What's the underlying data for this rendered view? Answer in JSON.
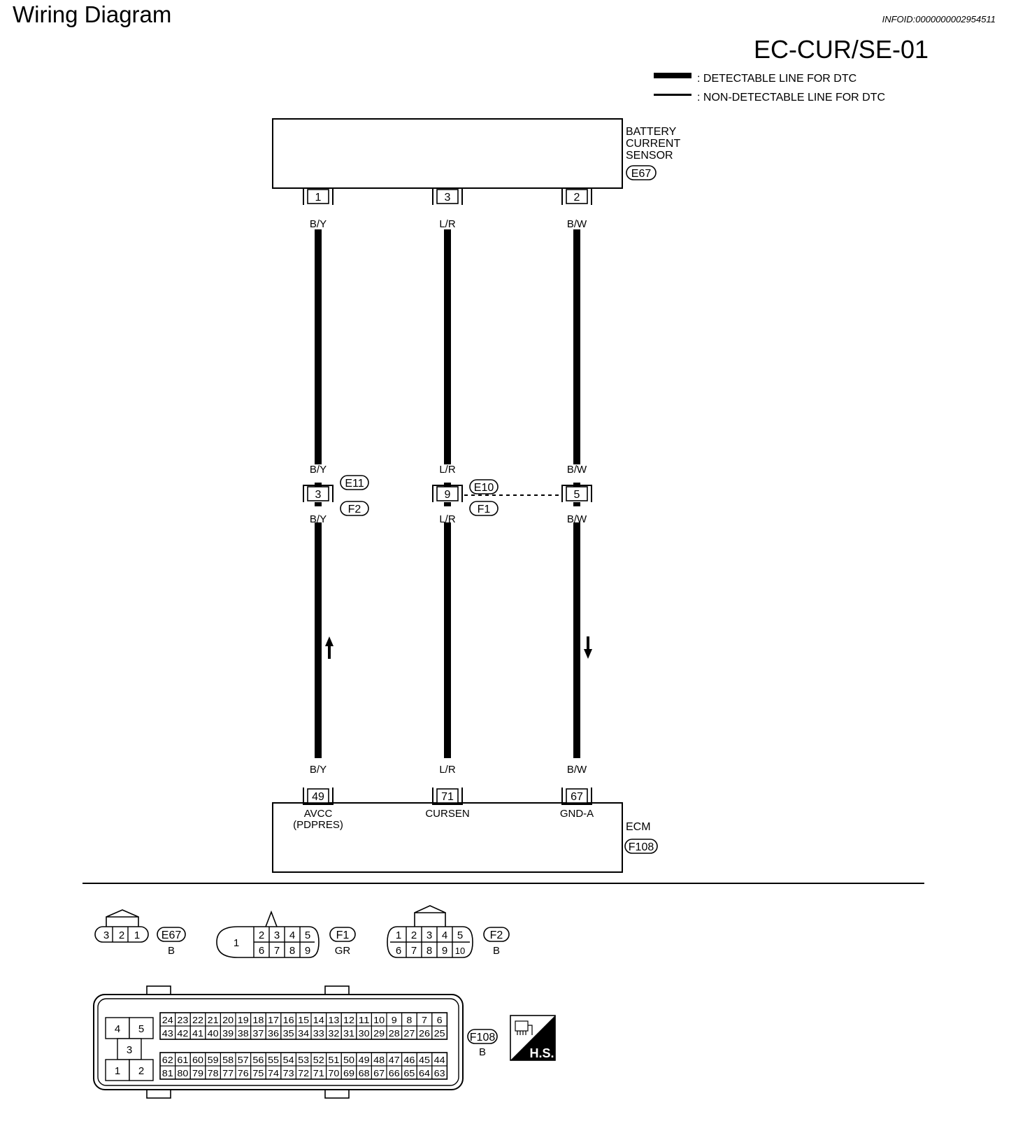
{
  "page": {
    "title": "Wiring Diagram",
    "info_id": "INFOID:0000000002954511",
    "diagram_code": "EC-CUR/SE-01"
  },
  "legend": {
    "detectable": ": DETECTABLE LINE FOR DTC",
    "non_detectable": ": NON-DETECTABLE LINE FOR DTC"
  },
  "sensor": {
    "name_lines": [
      "BATTERY",
      "CURRENT",
      "SENSOR"
    ],
    "connector": "E67"
  },
  "ecm": {
    "name": "ECM",
    "connector": "F108"
  },
  "wires": [
    {
      "sensor_pin": "1",
      "color_top": "B/Y",
      "joint_color_above": "B/Y",
      "joint_pin": "3",
      "joint_color_below": "B/Y",
      "color_bottom": "B/Y",
      "ecm_pin": "49",
      "ecm_label_lines": [
        "AVCC",
        "(PDPRES)"
      ],
      "arrow": "up"
    },
    {
      "sensor_pin": "3",
      "color_top": "L/R",
      "joint_color_above": "L/R",
      "joint_pin": "9",
      "joint_color_below": "L/R",
      "color_bottom": "L/R",
      "ecm_pin": "71",
      "ecm_label_lines": [
        "CURSEN"
      ],
      "arrow": "none"
    },
    {
      "sensor_pin": "2",
      "color_top": "B/W",
      "joint_color_above": "B/W",
      "joint_pin": "5",
      "joint_color_below": "B/W",
      "color_bottom": "B/W",
      "ecm_pin": "67",
      "ecm_label_lines": [
        "GND-A"
      ],
      "arrow": "down"
    }
  ],
  "joint_connectors": {
    "left": {
      "upper": "E11",
      "lower": "F2"
    },
    "center": {
      "upper": "E10",
      "lower": "F1"
    }
  },
  "connector_views": [
    {
      "id": "E67",
      "color": "B",
      "pins": [
        "3",
        "2",
        "1"
      ]
    },
    {
      "id": "F1",
      "color": "GR",
      "big_pin": "1",
      "top_pins": [
        "2",
        "3",
        "4",
        "5"
      ],
      "bottom_pins": [
        "6",
        "7",
        "8",
        "9"
      ]
    },
    {
      "id": "F2",
      "color": "B",
      "top_pins": [
        "1",
        "2",
        "3",
        "4",
        "5"
      ],
      "bottom_pins": [
        "6",
        "7",
        "8",
        "9",
        "10"
      ]
    },
    {
      "id": "F108",
      "color": "B",
      "small_pins": [
        "4",
        "5",
        "3",
        "1",
        "2"
      ],
      "rows": [
        [
          "24",
          "23",
          "22",
          "21",
          "20",
          "19",
          "18",
          "17",
          "16",
          "15",
          "14",
          "13",
          "12",
          "11",
          "10",
          "9",
          "8",
          "7",
          "6"
        ],
        [
          "43",
          "42",
          "41",
          "40",
          "39",
          "38",
          "37",
          "36",
          "35",
          "34",
          "33",
          "32",
          "31",
          "30",
          "29",
          "28",
          "27",
          "26",
          "25"
        ],
        [
          "62",
          "61",
          "60",
          "59",
          "58",
          "57",
          "56",
          "55",
          "54",
          "53",
          "52",
          "51",
          "50",
          "49",
          "48",
          "47",
          "46",
          "45",
          "44"
        ],
        [
          "81",
          "80",
          "79",
          "78",
          "77",
          "76",
          "75",
          "74",
          "73",
          "72",
          "71",
          "70",
          "69",
          "68",
          "67",
          "66",
          "65",
          "64",
          "63"
        ]
      ]
    }
  ],
  "hs_badge": "H.S."
}
